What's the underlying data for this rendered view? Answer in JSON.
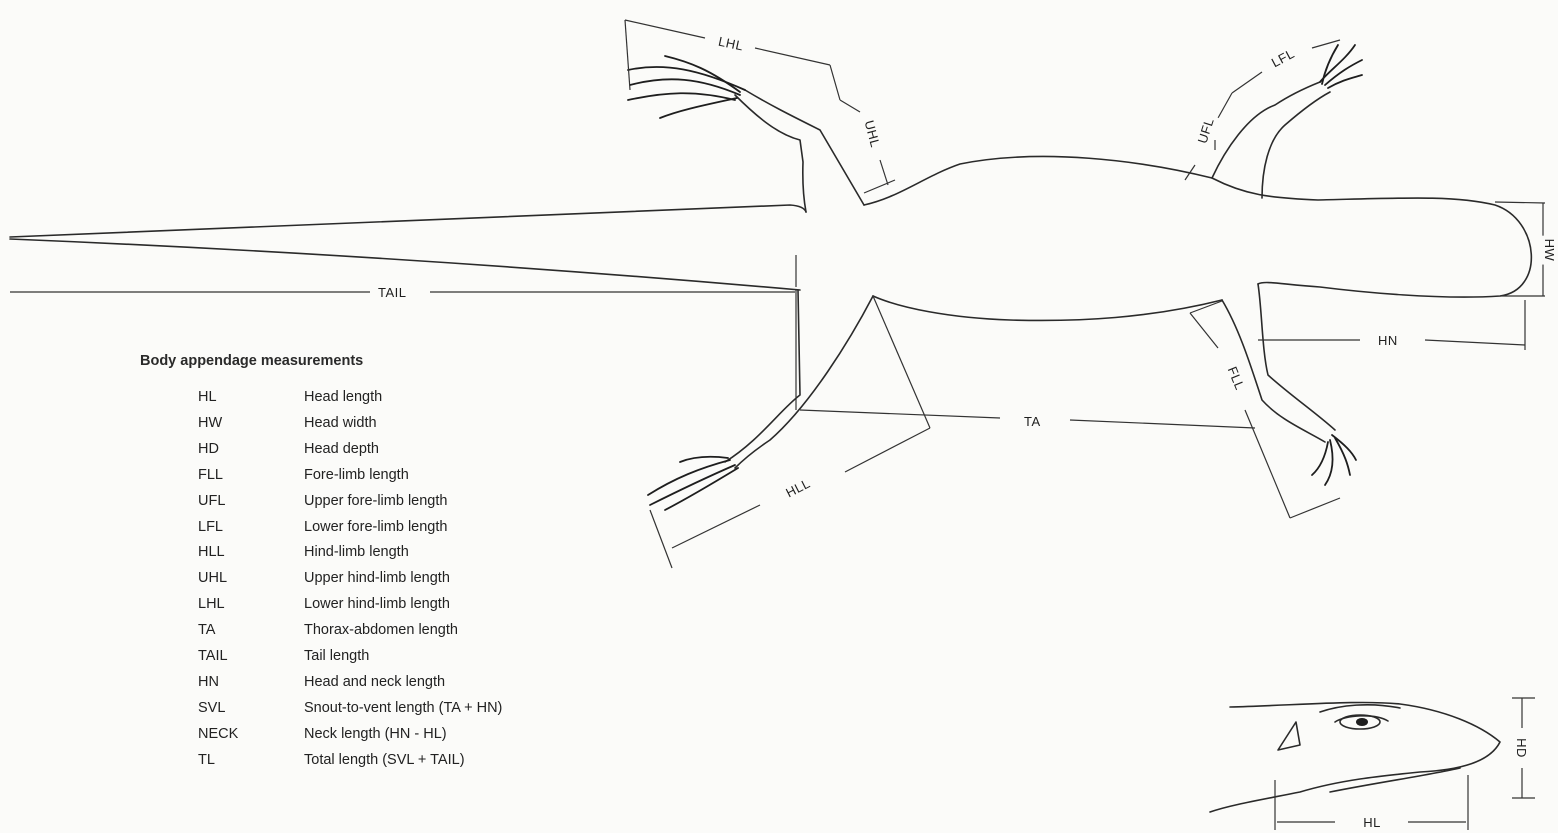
{
  "legend": {
    "title": "Body appendage measurements",
    "items": [
      {
        "abbr": "HL",
        "desc": "Head length"
      },
      {
        "abbr": "HW",
        "desc": "Head width"
      },
      {
        "abbr": "HD",
        "desc": "Head depth"
      },
      {
        "abbr": "FLL",
        "desc": "Fore-limb length"
      },
      {
        "abbr": "UFL",
        "desc": "Upper fore-limb length"
      },
      {
        "abbr": "LFL",
        "desc": "Lower fore-limb length"
      },
      {
        "abbr": "HLL",
        "desc": "Hind-limb length"
      },
      {
        "abbr": "UHL",
        "desc": "Upper hind-limb length"
      },
      {
        "abbr": "LHL",
        "desc": "Lower hind-limb length"
      },
      {
        "abbr": "TA",
        "desc": "Thorax-abdomen length"
      },
      {
        "abbr": "TAIL",
        "desc": "Tail length"
      },
      {
        "abbr": "HN",
        "desc": "Head and neck length"
      },
      {
        "abbr": "SVL",
        "desc": "Snout-to-vent length (TA + HN)"
      },
      {
        "abbr": "NECK",
        "desc": "Neck length (HN - HL)"
      },
      {
        "abbr": "TL",
        "desc": "Total length (SVL + TAIL)"
      }
    ]
  },
  "labels": {
    "tail": "TAIL",
    "ta": "TA",
    "hn": "HN",
    "hw": "HW",
    "lhl": "LHL",
    "uhl": "UHL",
    "ufl": "UFL",
    "lfl": "LFL",
    "fll": "FLL",
    "hll": "HLL",
    "hd": "HD",
    "hl": "HL"
  }
}
